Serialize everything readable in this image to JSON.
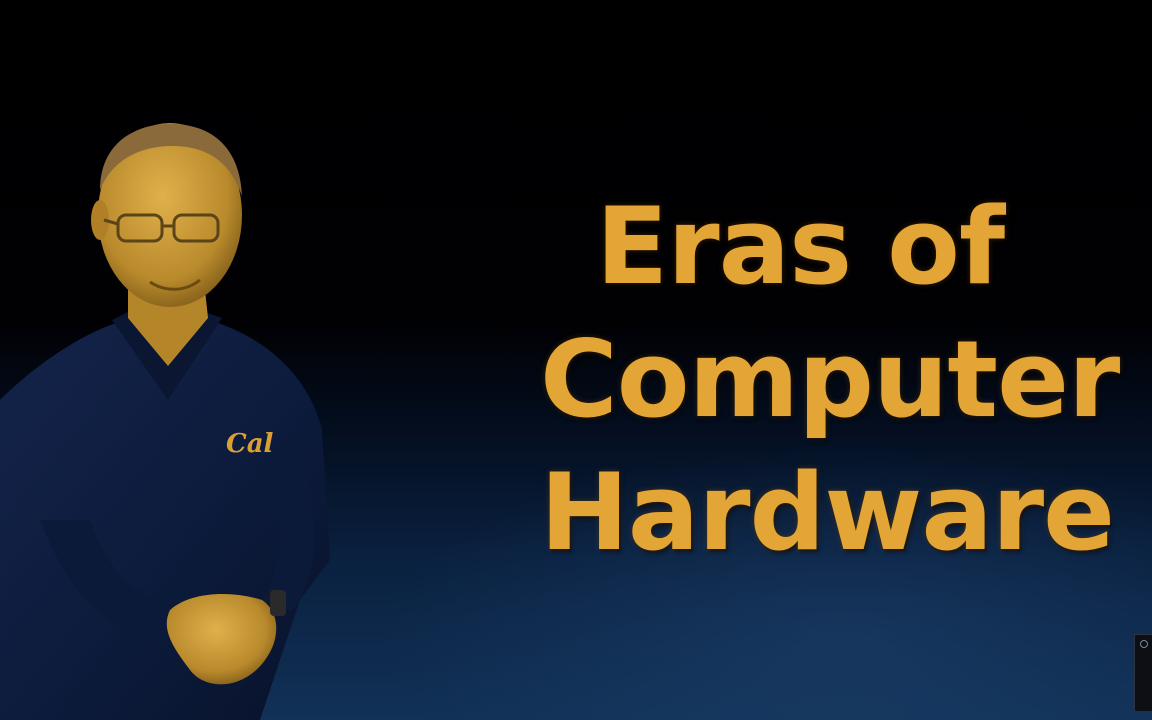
{
  "slide": {
    "title_lines": [
      "Eras of",
      "Computer",
      "Hardware"
    ]
  },
  "presenter": {
    "shirt_logo": "Cal"
  },
  "colors": {
    "title": "#e3a535",
    "background_top": "#000000",
    "background_bottom": "#113156",
    "shirt": "#0c1a3a",
    "skin_tint": "#c99a35"
  }
}
